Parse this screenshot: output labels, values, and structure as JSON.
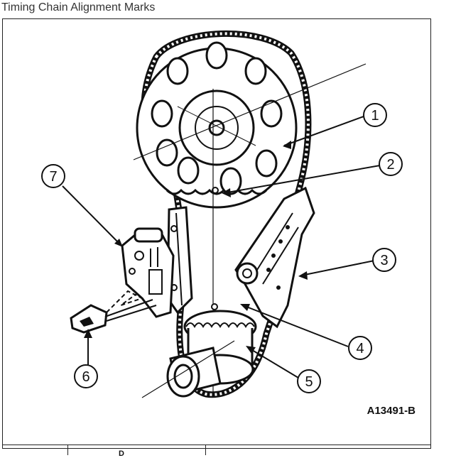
{
  "page": {
    "title": "Timing Chain Alignment Marks"
  },
  "diagram": {
    "figure_id": "A13491-B",
    "callouts": [
      "1",
      "2",
      "3",
      "4",
      "5",
      "6",
      "7"
    ]
  },
  "table": {
    "header_fragment": "D"
  }
}
